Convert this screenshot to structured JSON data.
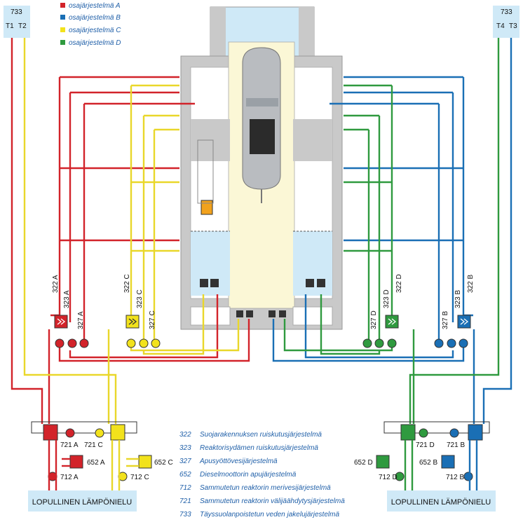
{
  "legend": [
    {
      "label": "osajärjestelmä A",
      "color": "#d2232a"
    },
    {
      "label": "osajärjestelmä B",
      "color": "#1a6fb5"
    },
    {
      "label": "osajärjestelmä C",
      "color": "#f2e21c"
    },
    {
      "label": "osajärjestelmä D",
      "color": "#2f9a3f"
    }
  ],
  "tanks": {
    "left": {
      "code": "733",
      "t1": "T1",
      "t2": "T2"
    },
    "right": {
      "code": "733",
      "t1": "T4",
      "t2": "T3"
    }
  },
  "loop_labels": {
    "a322": "322 A",
    "a323": "323 A",
    "a327": "327 A",
    "c322": "322 C",
    "c323": "323 C",
    "c327": "327 C",
    "d322": "322 D",
    "d323": "323 D",
    "d327": "327 D",
    "b322": "322 B",
    "b323": "323 B",
    "b327": "327 B"
  },
  "bottom_labels": {
    "a721": "721 A",
    "c721": "721 C",
    "a652": "652 A",
    "c652": "652 C",
    "a712": "712 A",
    "c712": "712 C",
    "d721": "721 D",
    "b721": "721 B",
    "d652": "652 D",
    "b652": "652 B",
    "d712": "712 D",
    "b712": "712 B"
  },
  "heat_sink": {
    "left": "LOPULLINEN LÄMPÖNIELU",
    "right": "LOPULLINEN LÄMPÖNIELU"
  },
  "system_legend": [
    {
      "code": "322",
      "desc": "Suojarakennuksen ruiskutusjärjestelmä"
    },
    {
      "code": "323",
      "desc": "Reaktorisydämen ruiskutusjärjestelmä"
    },
    {
      "code": "327",
      "desc": "Apusyöttövesijärjestelmä"
    },
    {
      "code": "652",
      "desc": "Dieselmoottorin apujärjestelmä"
    },
    {
      "code": "712",
      "desc": "Sammutetun reaktorin merivesijärjestelmä"
    },
    {
      "code": "721",
      "desc": "Sammutetun reaktorin välijäähdytysjärjestelmä"
    },
    {
      "code": "733",
      "desc": "Täyssuolanpoistetun veden jakelujärjestelmä"
    }
  ]
}
